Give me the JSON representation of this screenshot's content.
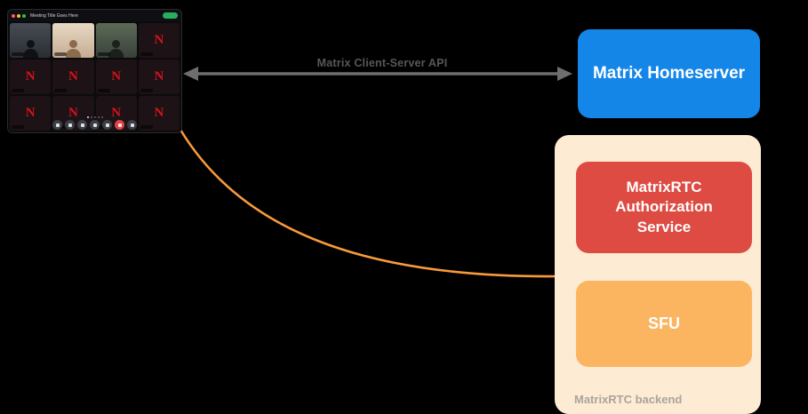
{
  "canvas": {
    "background": "#000000"
  },
  "call_window": {
    "title": "Meeting Title Goes Here",
    "traffic_lights": [
      "#ff5f57",
      "#febc2e",
      "#28c840"
    ],
    "logo_letter": "N",
    "tiles": [
      {
        "type": "person",
        "bg": "linear-gradient(180deg,#474c54,#2a2d33)",
        "fig": "#101114"
      },
      {
        "type": "person",
        "bg": "linear-gradient(180deg,#e8d8c3,#c5ad93)",
        "fig": "#8a6b4e"
      },
      {
        "type": "person",
        "bg": "linear-gradient(180deg,#5d6a57,#38413a)",
        "fig": "#1b201b"
      },
      {
        "type": "logo"
      },
      {
        "type": "logo"
      },
      {
        "type": "logo"
      },
      {
        "type": "logo"
      },
      {
        "type": "logo"
      },
      {
        "type": "logo"
      },
      {
        "type": "logo"
      },
      {
        "type": "logo"
      },
      {
        "type": "logo"
      }
    ],
    "controls": [
      {
        "bg": "#3a3e46"
      },
      {
        "bg": "#3a3e46"
      },
      {
        "bg": "#3a3e46"
      },
      {
        "bg": "#3a3e46"
      },
      {
        "bg": "#3a3e46"
      },
      {
        "bg": "#e04343"
      },
      {
        "bg": "#3a3e46"
      }
    ],
    "page_dot_count": 5,
    "active_page_dot": 0
  },
  "arrow": {
    "label": "Matrix Client-Server API",
    "line_color": "#6e6e6e",
    "label_color": "#575757"
  },
  "homeserver": {
    "label": "Matrix Homeserver",
    "background": "#1486e8",
    "text_color": "#ffffff"
  },
  "backend": {
    "label": "MatrixRTC backend",
    "background": "#fdebd3",
    "label_color": "#aaa49c",
    "auth_service": {
      "lines": [
        "MatrixRTC",
        "Authorization",
        "Service"
      ],
      "background": "#dd4b43",
      "text_color": "#ffffff"
    },
    "sfu": {
      "label": "SFU",
      "background": "#fbb560",
      "text_color": "#ffffff"
    }
  },
  "curve": {
    "color": "#f89a3c"
  }
}
